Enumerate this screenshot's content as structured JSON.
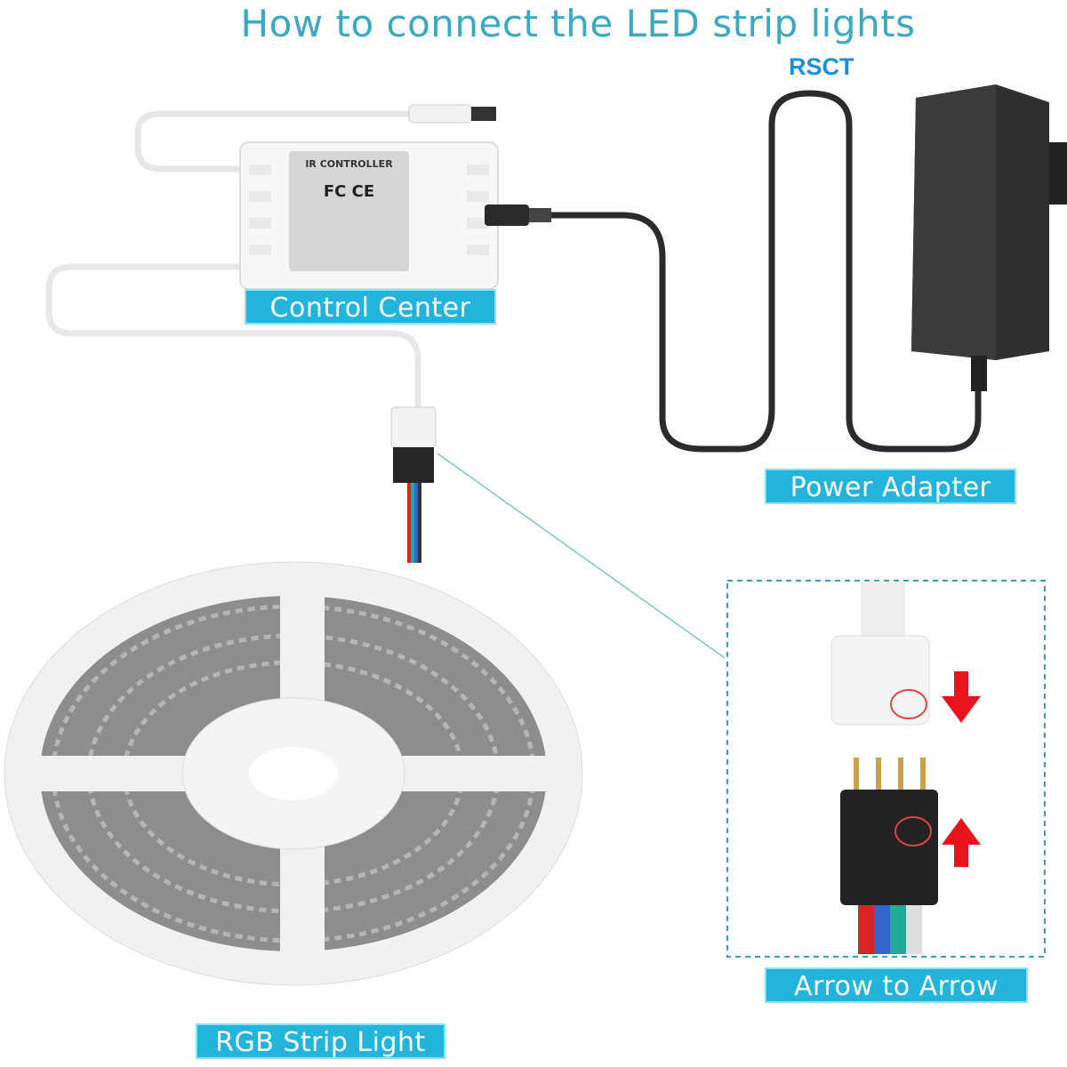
{
  "title": "How to connect the LED strip lights",
  "brand": "RSCT",
  "labels": {
    "control_center": "Control Center",
    "power_adapter": "Power Adapter",
    "arrow_to_arrow": "Arrow to Arrow",
    "rgb_strip_light": "RGB Strip Light"
  },
  "controller_label": {
    "heading": "IR CONTROLLER",
    "marks": "FC CE"
  },
  "colors": {
    "title": "#3aa9c2",
    "brand": "#1a8fe0",
    "tag_background": "#23b4dc",
    "arrow": "#e8141b",
    "dashed_box": "#3a9fb5"
  }
}
